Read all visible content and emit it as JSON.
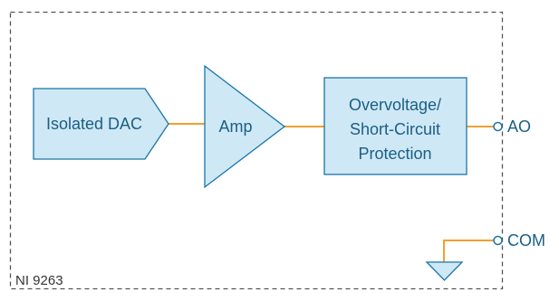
{
  "module_name": "NI 9263",
  "blocks": {
    "dac": {
      "label": "Isolated DAC"
    },
    "amp": {
      "label": "Amp"
    },
    "protection": {
      "lines": [
        "Overvoltage/",
        "Short-Circuit",
        "Protection"
      ]
    }
  },
  "terminals": {
    "ao": "AO",
    "com": "COM"
  },
  "colors": {
    "block_fill": "#cfe8f5",
    "block_stroke": "#1a75a8",
    "text": "#1a5f86",
    "wire": "#f0a030",
    "boundary": "#555555"
  }
}
